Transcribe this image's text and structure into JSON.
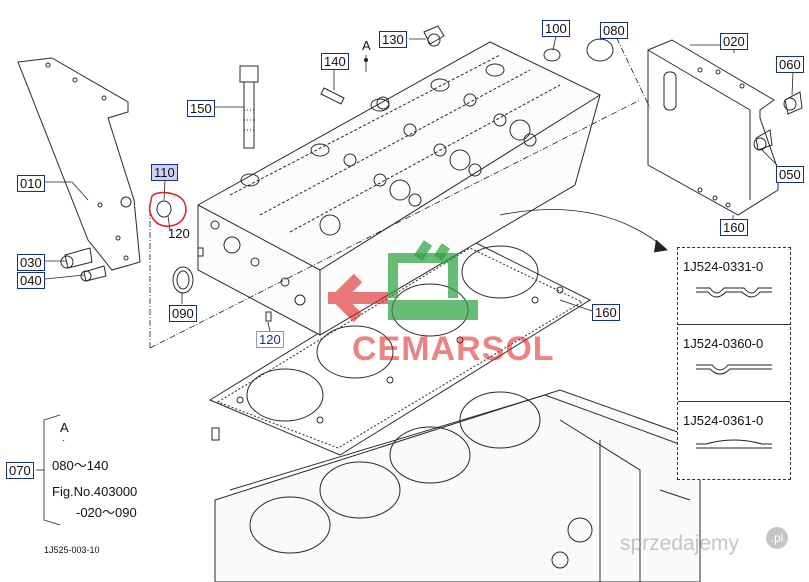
{
  "callouts": {
    "c010": "010",
    "c020": "020",
    "c030": "030",
    "c040": "040",
    "c050": "050",
    "c060": "060",
    "c070": "070",
    "c080": "080",
    "c090": "090",
    "c100": "100",
    "c110": "110",
    "c120a": "120",
    "c120b": "120",
    "c130": "130",
    "c140": "140",
    "c150": "150",
    "c160a": "160",
    "c160b": "160"
  },
  "point_label": "A",
  "note": {
    "title": "A",
    "line1": "080～140",
    "line2": "Fig.No.403000",
    "line3": "-020～090"
  },
  "variants": [
    {
      "part_no": "1J524-0331-0"
    },
    {
      "part_no": "1J524-0360-0"
    },
    {
      "part_no": "1J524-0361-0"
    }
  ],
  "figure_id": "1J525-003-10",
  "watermark_brand": "CEMARSOL",
  "site_watermark": "sprzedajemy",
  "site_badge": ".pl",
  "colors": {
    "callout_border": "#1c2c8c",
    "selected_fill": "#c9d3f2",
    "highlight_circle": "#e02020"
  }
}
